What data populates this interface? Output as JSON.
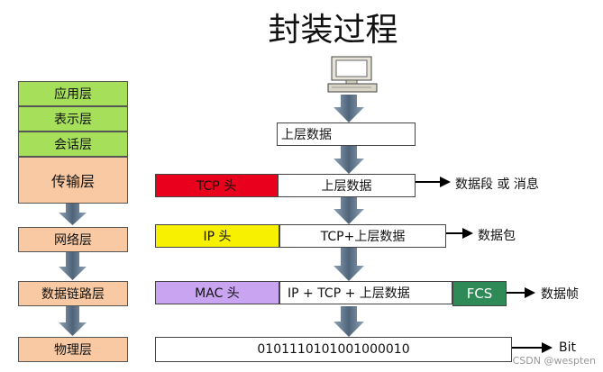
{
  "title": "封装过程",
  "layers": {
    "application": "应用层",
    "presentation": "表示层",
    "session": "会话层",
    "transport": "传输层",
    "network": "网络层",
    "datalink": "数据链路层",
    "physical": "物理层"
  },
  "rows": {
    "row1": {
      "data": "上层数据"
    },
    "row2": {
      "header": "TCP 头",
      "data": "上层数据",
      "result": "数据段 或 消息"
    },
    "row3": {
      "header": "IP 头",
      "data": "TCP+上层数据",
      "result": "数据包"
    },
    "row4": {
      "header": "MAC 头",
      "data": "IP + TCP + 上层数据",
      "trailer": "FCS",
      "result": "数据帧"
    },
    "row5": {
      "data": "0101110101001000010",
      "result": "Bit"
    }
  },
  "colors": {
    "tcp_header": "#e8001c",
    "ip_header": "#f7f000",
    "mac_header": "#c9a4f0",
    "fcs": "#2e8b57",
    "layer_green": "#a6e05b",
    "layer_peach": "#f8c9a2",
    "arrow": "#5f7389"
  },
  "watermark": "CSDN @wespten"
}
